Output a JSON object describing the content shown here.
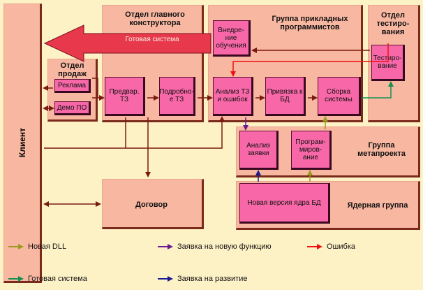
{
  "blocks": {
    "client": "Клиент",
    "main_designer": "Отдел главного конструктора",
    "app_programmers": "Группа прикладных программистов",
    "testing_dept": "Отдел тестиро-вания",
    "sales": "Отдел продаж",
    "metaproject": "Группа метапроекта",
    "core_group": "Ядерная группа",
    "contract": "Договор"
  },
  "nodes": {
    "advertising": "Реклама",
    "demo": "Демо ПО",
    "prelim_tz": "Предвар. ТЗ",
    "detailed_tz": "Подробно-е ТЗ",
    "implementation": "Внедре-ние обучения",
    "analysis_tz": "Анализ ТЗ и ошибок",
    "db_binding": "Привязка к БД",
    "system_build": "Сборка системы",
    "testing": "Тестиро-вание",
    "request_analysis": "Анализ заявки",
    "programming": "Програм-миров-ание",
    "new_core": "Новая версия ядра БД"
  },
  "big_arrow_label": "Готовая система",
  "legend": [
    {
      "label": "Новая DLL",
      "color": "#9a9a20"
    },
    {
      "label": "Заявка на новую функцию",
      "color": "#6a1a90"
    },
    {
      "label": "Ошибка",
      "color": "#ee1010"
    },
    {
      "label": "Готовая система",
      "color": "#149050"
    },
    {
      "label": "Заявка на развитие",
      "color": "#1a1a90"
    }
  ],
  "colors": {
    "background": "#fdf2c6",
    "block": "#f8b7a1",
    "node": "#f868a8",
    "arrow_main": "#7a1a10",
    "big_arrow": "#e8384c"
  }
}
